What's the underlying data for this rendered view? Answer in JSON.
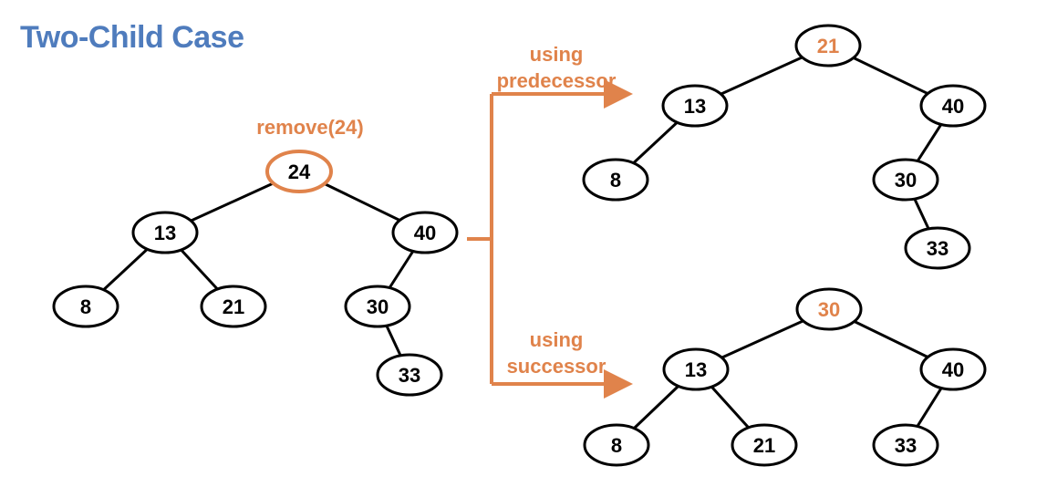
{
  "title": "Two-Child Case",
  "operation_label": "remove(24)",
  "branch_top_label_1": "using",
  "branch_top_label_2": "predecessor",
  "branch_bottom_label_1": "using",
  "branch_bottom_label_2": "successor",
  "colors": {
    "title": "#4f7cbd",
    "accent": "#e0834b",
    "node_stroke": "#000000",
    "edge": "#000000"
  },
  "trees": {
    "original": {
      "root": "24",
      "root_highlight": true,
      "n13": "13",
      "n40": "40",
      "n8": "8",
      "n21": "21",
      "n30": "30",
      "n33": "33"
    },
    "predecessor": {
      "root": "21",
      "root_highlight": true,
      "n13": "13",
      "n40": "40",
      "n8": "8",
      "n30": "30",
      "n33": "33"
    },
    "successor": {
      "root": "30",
      "root_highlight": true,
      "n13": "13",
      "n40": "40",
      "n8": "8",
      "n21": "21",
      "n33": "33"
    }
  }
}
